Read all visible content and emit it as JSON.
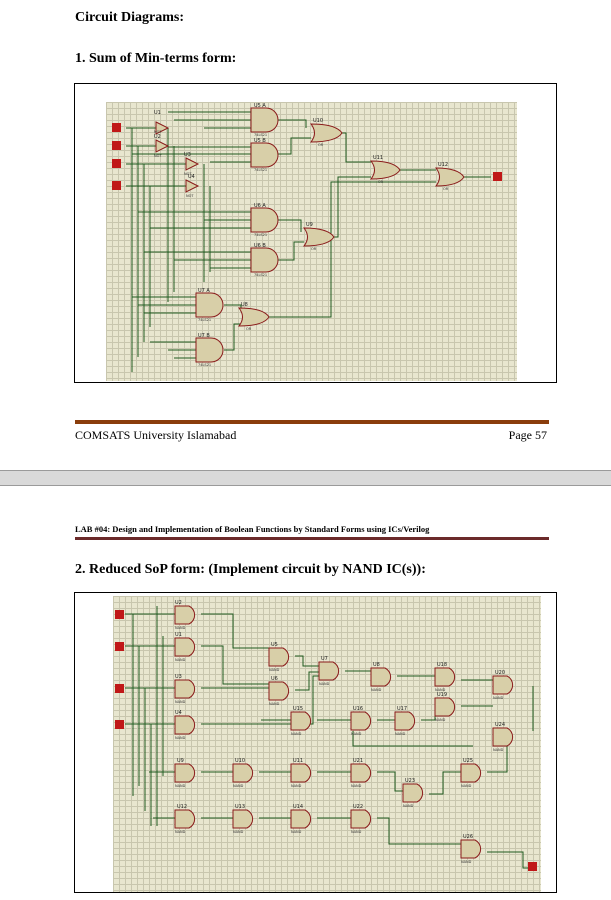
{
  "page1": {
    "section_title": "Circuit Diagrams:",
    "subtitle": "1.  Sum of  Min-terms form:",
    "diagram": {
      "gate_labels": [
        "U1",
        "U2",
        "U3",
        "U4",
        "U5 A",
        "U5 B",
        "U6 A",
        "U6 B",
        "U7 A",
        "U7 B",
        "U8",
        "U9",
        "U10",
        "U11",
        "U12"
      ],
      "part_labels": [
        "NOT",
        "NOT",
        "NOT",
        "NOT",
        "74LS21",
        "74LS21",
        "74LS21",
        "74LS21",
        "74LS21",
        "74LS21",
        "OR",
        "OR",
        "OR",
        "OR",
        "OR"
      ]
    },
    "footer": {
      "left": "COMSATS University Islamabad",
      "right": "Page 57"
    }
  },
  "page2": {
    "lab_header": "LAB #04: Design and Implementation of Boolean Functions by Standard Forms using ICs/Verilog",
    "subtitle": "2.  Reduced SoP form: (Implement circuit by NAND IC(s)):",
    "diagram": {
      "gate_labels": [
        "U2",
        "U1",
        "U3",
        "U4",
        "U5",
        "U6",
        "U7",
        "U8",
        "U9",
        "U10",
        "U11",
        "U12",
        "U13",
        "U14",
        "U15",
        "U16",
        "U17",
        "U18",
        "U19",
        "U20",
        "U21",
        "U22",
        "U23",
        "U24",
        "U25",
        "U26"
      ],
      "part_label": "NAND"
    }
  },
  "colors": {
    "canvas": "#e8e6cf",
    "grid": "#c8c6ae",
    "wire": "#1f5a1f",
    "gate_fill": "#d8cfa8",
    "gate_stroke": "#8a1a1a",
    "probe": "#c01818",
    "rule": "#8a3d0c"
  }
}
